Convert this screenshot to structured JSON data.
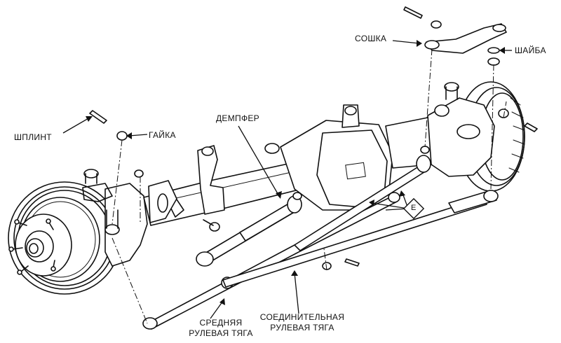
{
  "labels": {
    "split_pin": "ШПЛИНТ",
    "nut": "ГАЙКА",
    "damper": "ДЕМПФЕР",
    "pitman_arm": "СОШКА",
    "washer": "ШАЙБА",
    "marker_e": "E",
    "center_link_line1": "СРЕДНЯЯ",
    "center_link_line2": "РУЛЕВАЯ ТЯГА",
    "tie_rod_line1": "СОЕДИНИТЕЛЬНАЯ",
    "tie_rod_line2": "РУЛЕВАЯ ТЯГА"
  }
}
